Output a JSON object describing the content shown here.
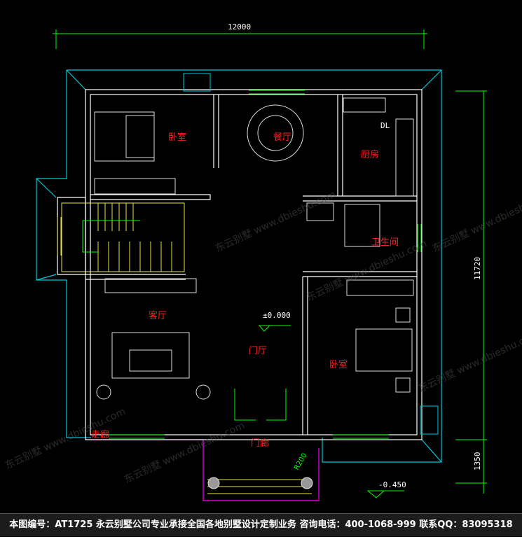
{
  "dimensions": {
    "width_top": "12000",
    "height_right": "11720",
    "porch_depth": "1350",
    "radius": "R200"
  },
  "elevations": {
    "floor": "±0.000",
    "porch": "-0.450"
  },
  "rooms": {
    "bedroom_nw": "卧室",
    "dining": "餐厅",
    "kitchen": "厨房",
    "bathroom": "卫生间",
    "living": "客厅",
    "foyer": "门厅",
    "bedroom_se": "卧室",
    "corridor": "走廊",
    "porch": "门廊"
  },
  "labels": {
    "dl": "DL"
  },
  "watermark": "东云别墅 www.dbieshu.com",
  "banner": "本图编号：AT1725 永云别墅公司专业承接全国各地别墅设计定制业务 咨询电话：400-1068-999 联系QQ：83095318",
  "colors": {
    "wall": "#ffffff",
    "roof": "#00c8d8",
    "dimension": "#00ff00",
    "room_label": "#ff2020",
    "stair": "#e8e840",
    "porch_line": "#ff00ff"
  }
}
